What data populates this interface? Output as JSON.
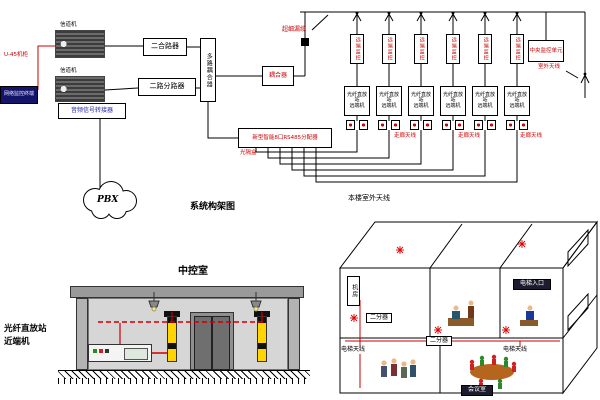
{
  "colors": {
    "accent_red": "#cc0000",
    "antenna_yellow": "#ffd400"
  },
  "icons": {
    "antenna": "whip-antenna",
    "cloud": "network-cloud",
    "lamp": "ceiling-lamp",
    "asterisk": "indoor-antenna-mark"
  },
  "top_diagram": {
    "caption": "系统构架图",
    "right_caption": "本楼室外天线",
    "left": {
      "device_top_label": "信道机",
      "device_bottom_label": "信道机",
      "rack_label": "U-45机柜",
      "monitor_box": "网络监控终端",
      "audio_box": "音频信号转接器",
      "cloud": "PBX"
    },
    "mid": {
      "combiner": "二合路器",
      "splitter": "二路分路器",
      "multicoupler": "多路耦合器",
      "coupler": "耦合器",
      "leaky_cable": "超细漏缆",
      "distributor": "新型智能8口RS485分配器",
      "opto_box": "光隔盒"
    },
    "right": {
      "central_box": "中央监控单元",
      "outdoor_antenna": "室外天线"
    },
    "branch": {
      "monitor": "远端监控",
      "unit_line1": "光纤直放站",
      "unit_line2": "远端机",
      "corridor": "走廊天线"
    }
  },
  "front_view": {
    "title": "中控室",
    "device_label_line1": "光纤直放站",
    "device_label_line2": "近端机"
  },
  "iso_view": {
    "labels": {
      "machine_room": "机房",
      "elevator_entrance": "电梯入口",
      "splitter_left": "二分器",
      "splitter_mid": "二分器",
      "elevator_ant_left": "电梯天线",
      "elevator_ant_right": "电梯天线",
      "meeting_room": "会议室"
    }
  }
}
